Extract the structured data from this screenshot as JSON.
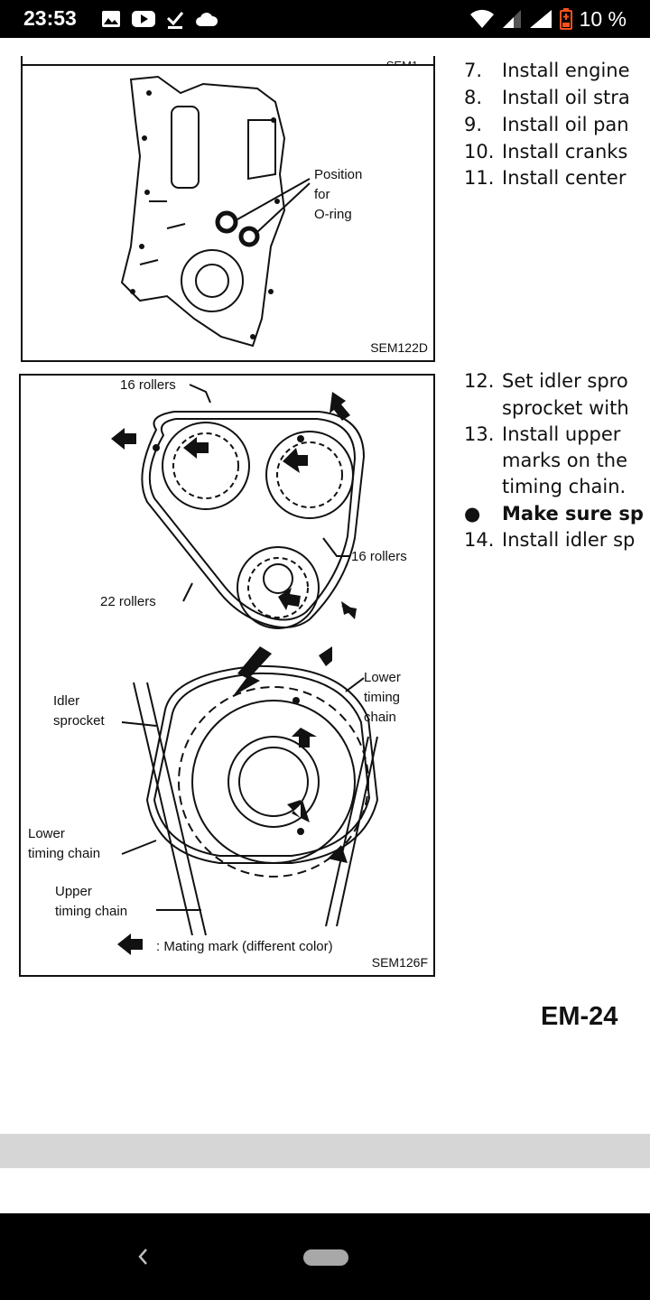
{
  "status_bar": {
    "time": "23:53",
    "battery_percent": "10 %",
    "icons_left": [
      "image-icon",
      "youtube-icon",
      "download-done-icon",
      "cloud-icon"
    ],
    "icons_right": [
      "wifi-icon",
      "signal-icon",
      "signal-icon",
      "battery-low-icon"
    ]
  },
  "figure_top": {
    "code": "SEM1..."
  },
  "figure1": {
    "label": "Position\nfor\nO-ring",
    "label_lines": [
      "Position",
      "for",
      "O-ring"
    ],
    "code": "SEM122D"
  },
  "figure2": {
    "labels": {
      "rollers_top": "16 rollers",
      "rollers_right": "16 rollers",
      "rollers_left": "22 rollers",
      "lower_chain_right": [
        "Lower",
        "timing",
        "chain"
      ],
      "idler": [
        "Idler",
        "sprocket"
      ],
      "lower_chain_left": [
        "Lower",
        "timing chain"
      ],
      "upper_chain": [
        "Upper",
        "timing chain"
      ],
      "mating_legend": ": Mating mark (different color)"
    },
    "code": "SEM126F"
  },
  "steps_a": [
    {
      "num": "7.",
      "text": "Install engine"
    },
    {
      "num": "8.",
      "text": "Install oil stra"
    },
    {
      "num": "9.",
      "text": "Install oil pan"
    },
    {
      "num": "10.",
      "text": "Install cranks"
    },
    {
      "num": "11.",
      "text": "Install center"
    }
  ],
  "steps_b": [
    {
      "num": "12.",
      "text": "Set idler spro",
      "cont": "sprocket with"
    },
    {
      "num": "13.",
      "text": "Install upper",
      "cont": "marks on the",
      "cont2": "timing chain."
    },
    {
      "num": "●",
      "text": "Make sure sp",
      "bold": true
    },
    {
      "num": "14.",
      "text": "Install idler sp"
    }
  ],
  "page_number": "EM-24",
  "nav": {
    "back": "back-icon",
    "home": "home-pill"
  }
}
